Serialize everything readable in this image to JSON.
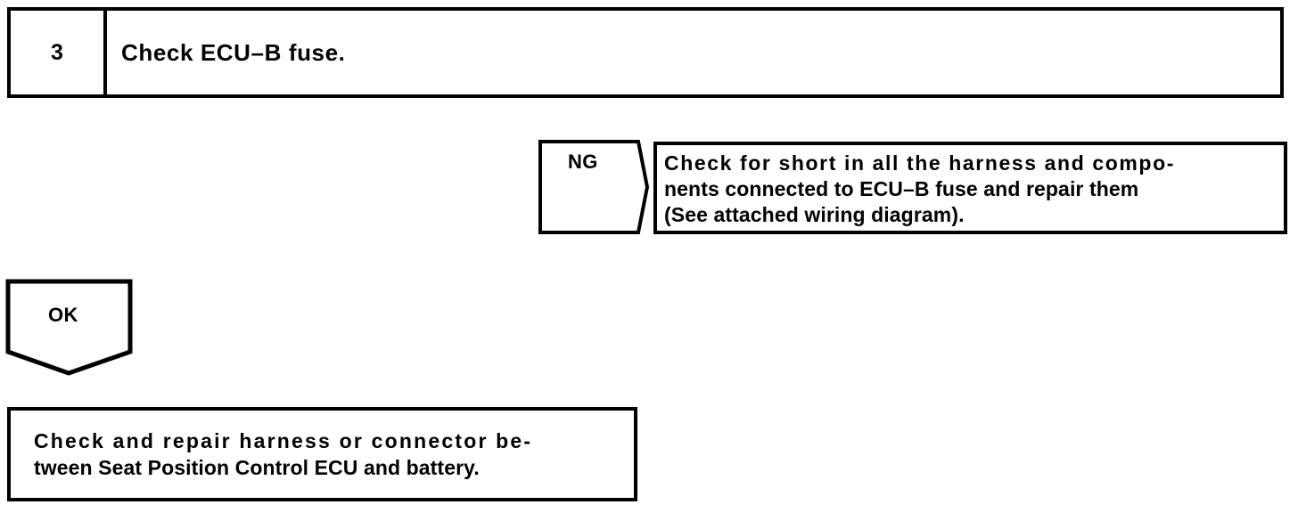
{
  "diagram": {
    "type": "troubleshooting-flowchart",
    "step": {
      "number": "3",
      "instruction": "Check ECU–B fuse."
    },
    "branches": [
      {
        "tag": "NG",
        "tag_shape": "pentagon-right",
        "result_lines": [
          "Check for short in all the harness and compo-",
          "nents connected to ECU–B fuse and repair them",
          "(See attached wiring diagram)."
        ]
      },
      {
        "tag": "OK",
        "tag_shape": "pentagon-down",
        "result_lines": [
          "Check and repair harness or connector be-",
          "tween Seat Position Control ECU and battery."
        ]
      }
    ],
    "colors": {
      "ink": "#000000",
      "paper": "#ffffff"
    }
  }
}
